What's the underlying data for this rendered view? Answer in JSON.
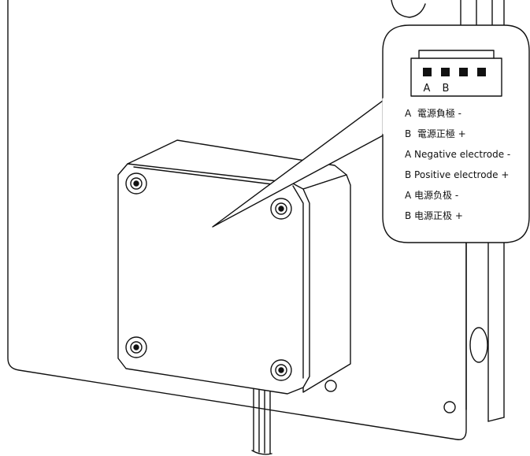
{
  "connector": {
    "pin_labels": [
      "A",
      "B"
    ]
  },
  "legend": [
    "A  電源負極 -",
    "B  電源正極 +",
    "A Negative electrode -",
    "B Positive electrode +",
    "A 电源负极 -",
    "B 电源正极 +"
  ],
  "colors": {
    "line": "#111111",
    "background": "#ffffff"
  }
}
